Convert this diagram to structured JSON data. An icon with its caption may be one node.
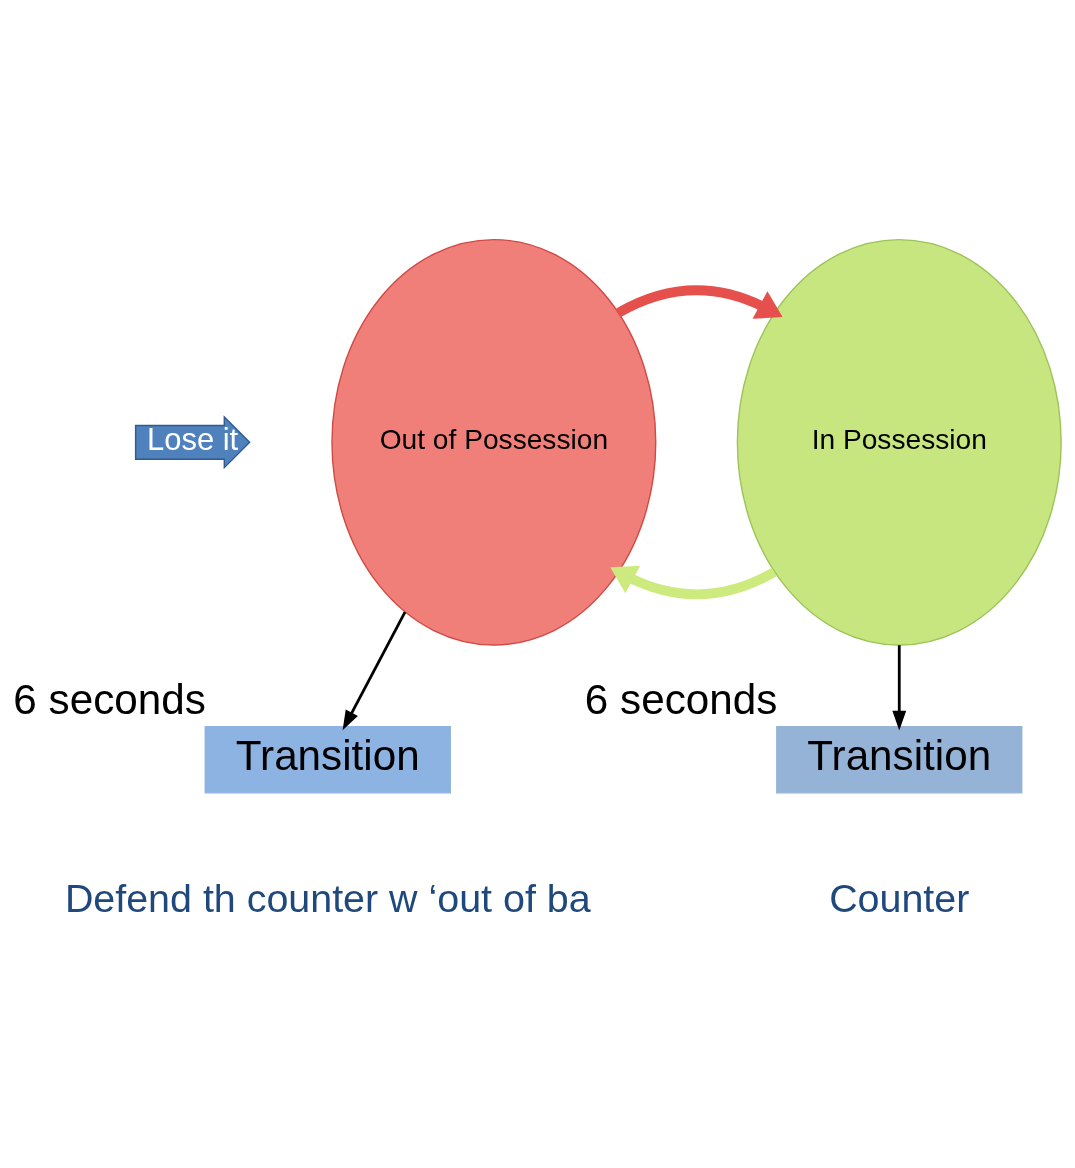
{
  "diagram": {
    "nodes": [
      {
        "text": [
          "Lose it"
        ]
      },
      {
        "text": [
          "In Possession"
        ]
      },
      {
        "text": [
          "Out of Possession"
        ]
      },
      {
        "text": [
          "Transition"
        ],
        "beside": [
          "6 seconds"
        ]
      },
      {
        "text": [
          "Transition"
        ],
        "beside": [
          "6 seconds"
        ]
      }
    ],
    "edges": [
      {
        "from": 1,
        "to": 2,
        "arrow": "to",
        "style": "thick",
        "color": "#cdea7e"
      },
      {
        "from": 2,
        "to": 1,
        "arrow": "to",
        "style": "thick",
        "color": "#e5504c"
      },
      {
        "from": 2,
        "to": 3,
        "arrow": "to"
      },
      {
        "from": 1,
        "to": 4,
        "arrow": "to"
      }
    ],
    "labels": [
      "Defend th counter w ‘out of ba",
      "Counter"
    ]
  }
}
